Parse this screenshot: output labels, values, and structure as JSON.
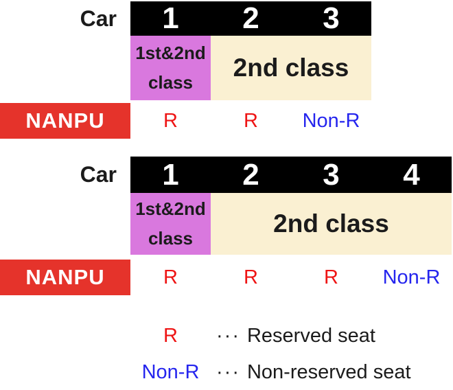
{
  "colors": {
    "header_bg": "#000000",
    "first_class_bg": "#d978de",
    "second_class_bg": "#faf0d2",
    "train_bar_bg": "#e5332b",
    "reserved_color": "#ee1414",
    "non_reserved_color": "#2525ee",
    "text_color": "#1b1b1b"
  },
  "tables": [
    {
      "car_label": "Car",
      "train_name": "NANPU",
      "car_numbers": [
        "1",
        "2",
        "3"
      ],
      "first_class_cell": {
        "line1": "1st&2nd",
        "line2": "class"
      },
      "second_class_cell": "2nd class",
      "seats": [
        "R",
        "R",
        "Non-R"
      ]
    },
    {
      "car_label": "Car",
      "train_name": "NANPU",
      "car_numbers": [
        "1",
        "2",
        "3",
        "4"
      ],
      "first_class_cell": {
        "line1": "1st&2nd",
        "line2": "class"
      },
      "second_class_cell": "2nd class",
      "seats": [
        "R",
        "R",
        "R",
        "Non-R"
      ]
    }
  ],
  "legend": [
    {
      "key": "R",
      "separator": "···",
      "description": "Reserved seat"
    },
    {
      "key": "Non-R",
      "separator": "···",
      "description": "Non-reserved seat"
    }
  ]
}
